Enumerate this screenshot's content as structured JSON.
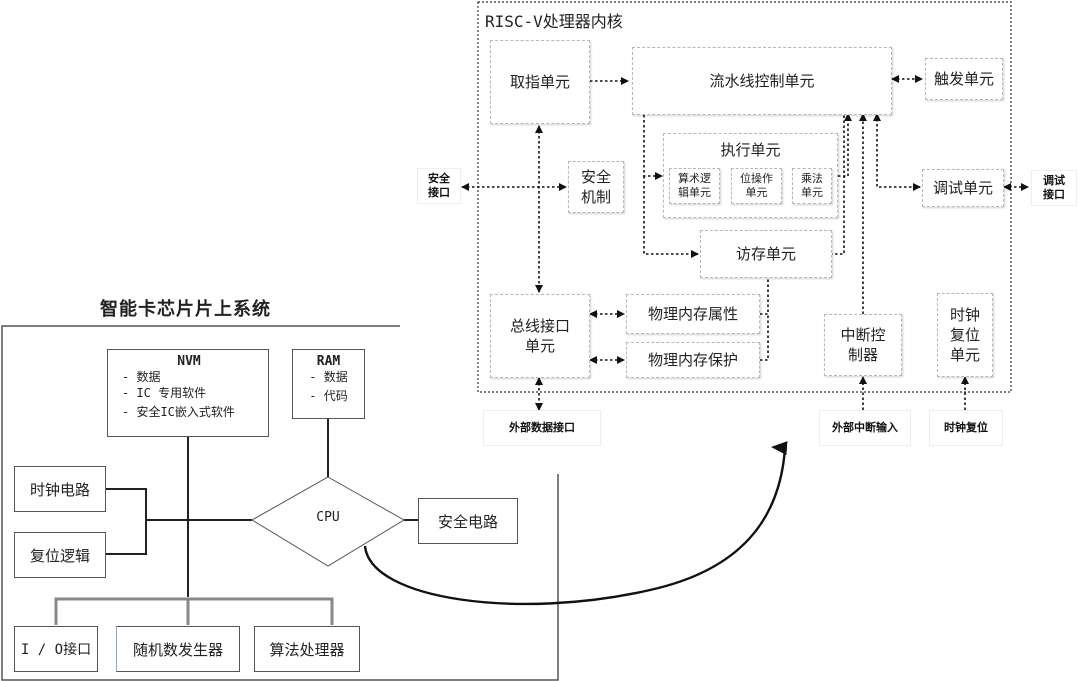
{
  "core": {
    "title": "RISC-V处理器内核",
    "units": {
      "fetch": "取指单元",
      "pipeline_control": "流水线控制单元",
      "trigger": "触发单元",
      "execute": "执行单元",
      "alu": "算术逻辑单元",
      "bitop": "位操作单元",
      "mul": "乘法单元",
      "security": "安全机制",
      "debug": "调试单元",
      "lsu": "访存单元",
      "bus_interface": "总线接口单元",
      "pma": "物理内存属性",
      "pmp": "物理内存保护",
      "interrupt_controller": "中断控制器",
      "clock_reset": "时钟复位单元"
    },
    "external": {
      "security_interface": "安全接口",
      "debug_interface": "调试接口",
      "external_data_interface": "外部数据接口",
      "external_interrupt_input": "外部中断输入",
      "clock_reset": "时钟复位"
    }
  },
  "soc": {
    "title": "智能卡芯片片上系统",
    "nvm": {
      "title": "NVM",
      "items": [
        "- 数据",
        "- IC 专用软件",
        "- 安全IC嵌入式软件"
      ]
    },
    "ram": {
      "title": "RAM",
      "items": [
        "- 数据",
        "- 代码"
      ]
    },
    "cpu": "CPU",
    "clock_circuit": "时钟电路",
    "reset_logic": "复位逻辑",
    "security_circuit": "安全电路",
    "io_interface": "I / O接口",
    "rng": "随机数发生器",
    "crypto_processor": "算法处理器"
  }
}
